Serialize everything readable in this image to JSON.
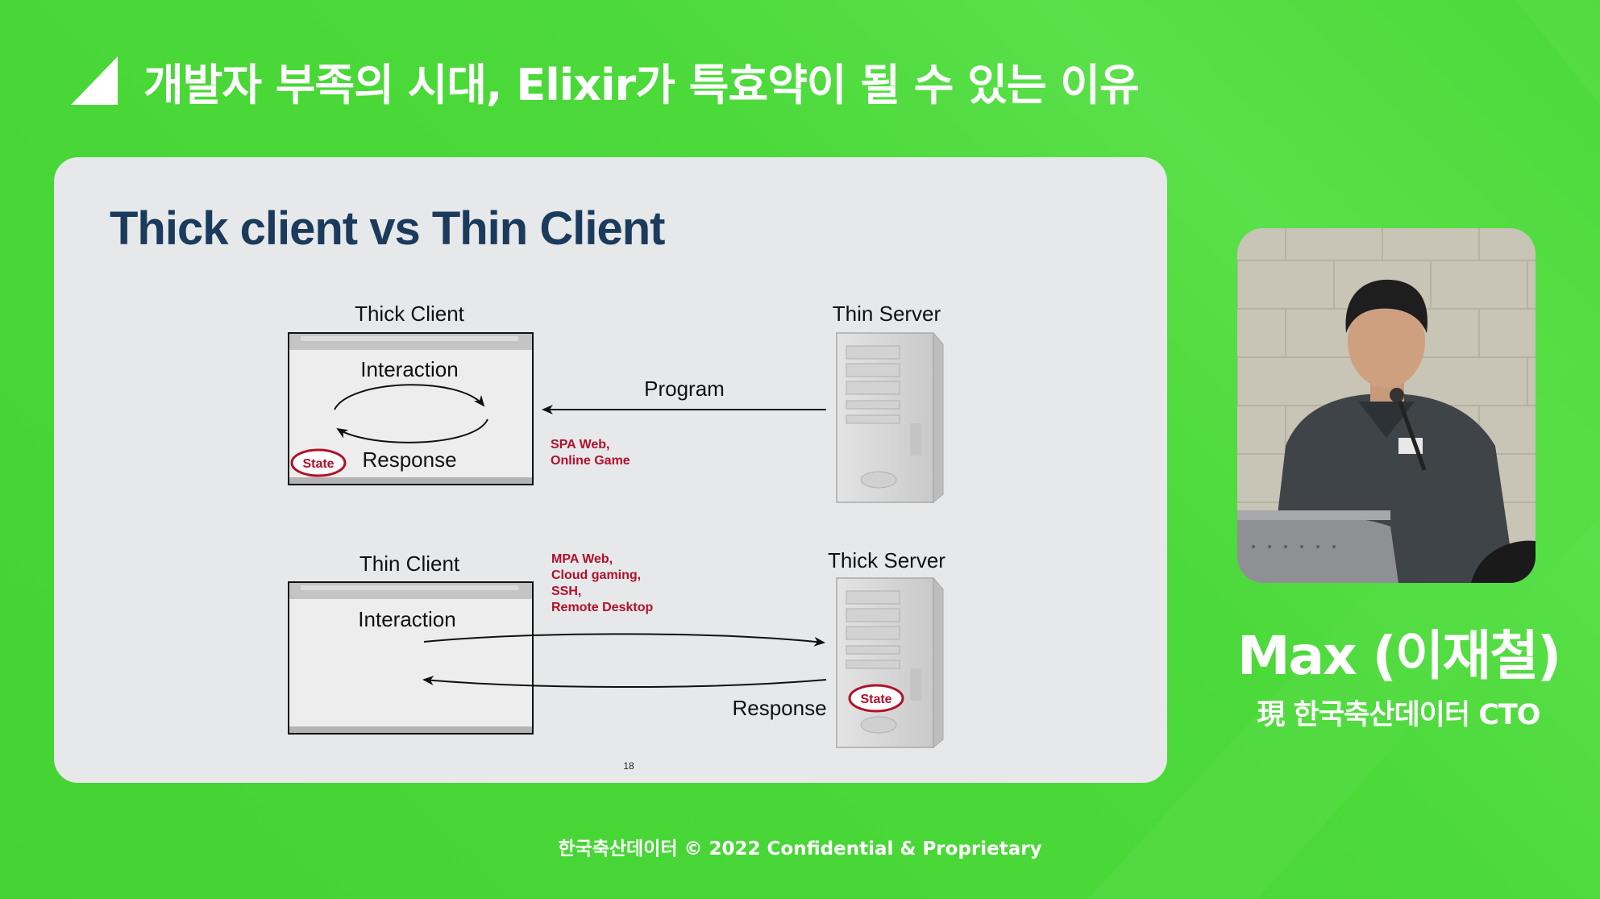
{
  "header": {
    "title": "개발자 부족의 시대, Elixir가 특효약이 될 수 있는 이유"
  },
  "slide": {
    "title": "Thick client vs Thin Client",
    "page_number": "18",
    "diagram": {
      "top": {
        "client_label": "Thick Client",
        "server_label": "Thin Server",
        "interaction_label": "Interaction",
        "response_label": "Response",
        "state_label": "State",
        "arrow_label": "Program",
        "examples": [
          "SPA Web,",
          "Online Game"
        ]
      },
      "bottom": {
        "client_label": "Thin Client",
        "server_label": "Thick Server",
        "interaction_label": "Interaction",
        "response_label": "Response",
        "state_label": "State",
        "examples": [
          "MPA Web,",
          "Cloud gaming,",
          "SSH,",
          "Remote Desktop"
        ]
      }
    }
  },
  "speaker": {
    "name": "Max (이재철)",
    "role": "現 한국축산데이터 CTO"
  },
  "footer": {
    "text": "한국축산데이터 © 2022 Confidential & Proprietary"
  },
  "colors": {
    "background": "#4cd93a",
    "slide_bg": "#e6e8ea",
    "slide_title": "#1b3b5c",
    "accent_red": "#b0102a"
  }
}
